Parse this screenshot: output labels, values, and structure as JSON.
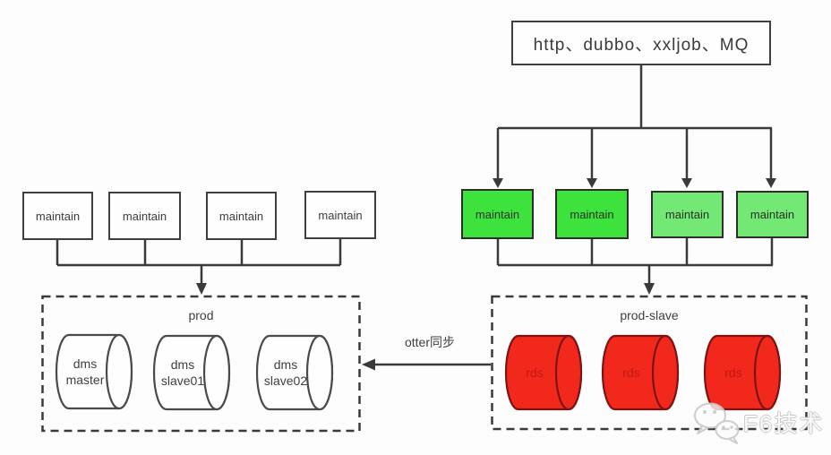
{
  "colors": {
    "line": "#3a3a3a",
    "box_border": "#3f3f3f",
    "text": "#3f3f3f",
    "green_bright": "#3de23d",
    "green_light": "#74e874",
    "red_fill": "#f2281d",
    "red_border": "#7c1412",
    "red_text": "#c21717",
    "watermark": "#d0d0d0"
  },
  "top_box": {
    "label": "http、dubbo、xxljob、MQ"
  },
  "green_cluster": {
    "boxes": [
      {
        "label": "maintain"
      },
      {
        "label": "maintain"
      },
      {
        "label": "maintain"
      },
      {
        "label": "maintain"
      }
    ]
  },
  "left_cluster": {
    "boxes": [
      {
        "label": "maintain"
      },
      {
        "label": "maintain"
      },
      {
        "label": "maintain"
      },
      {
        "label": "maintain"
      }
    ]
  },
  "prod_group": {
    "title": "prod",
    "cylinders": [
      {
        "label": "dms\nmaster"
      },
      {
        "label": "dms\nslave01"
      },
      {
        "label": "dms\nslave02"
      }
    ]
  },
  "prod_slave_group": {
    "title": "prod-slave",
    "cylinders": [
      {
        "label": "rds"
      },
      {
        "label": "rds"
      },
      {
        "label": "rds"
      }
    ]
  },
  "sync_arrow": {
    "label": "otter同步"
  },
  "watermark": {
    "label": "F6技术",
    "icon": "wechat-icon"
  }
}
